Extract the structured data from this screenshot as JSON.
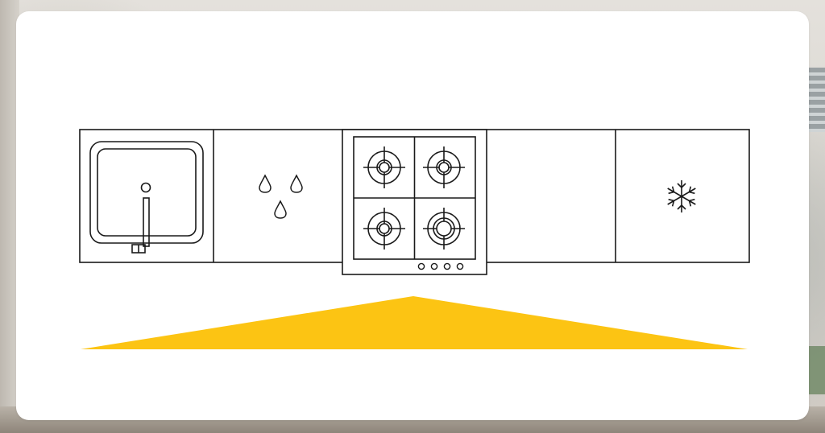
{
  "diagram": {
    "modules": [
      {
        "id": "sink",
        "icon": "sink-icon"
      },
      {
        "id": "preparation",
        "icon": "water-drops-icon"
      },
      {
        "id": "cooktop",
        "icon": "gas-hob-icon"
      },
      {
        "id": "counter",
        "icon": ""
      },
      {
        "id": "storage-fridge",
        "icon": "snowflake-icon"
      }
    ],
    "work_triangle_color": "#FCC413",
    "line_color": "#1a1a1a"
  }
}
